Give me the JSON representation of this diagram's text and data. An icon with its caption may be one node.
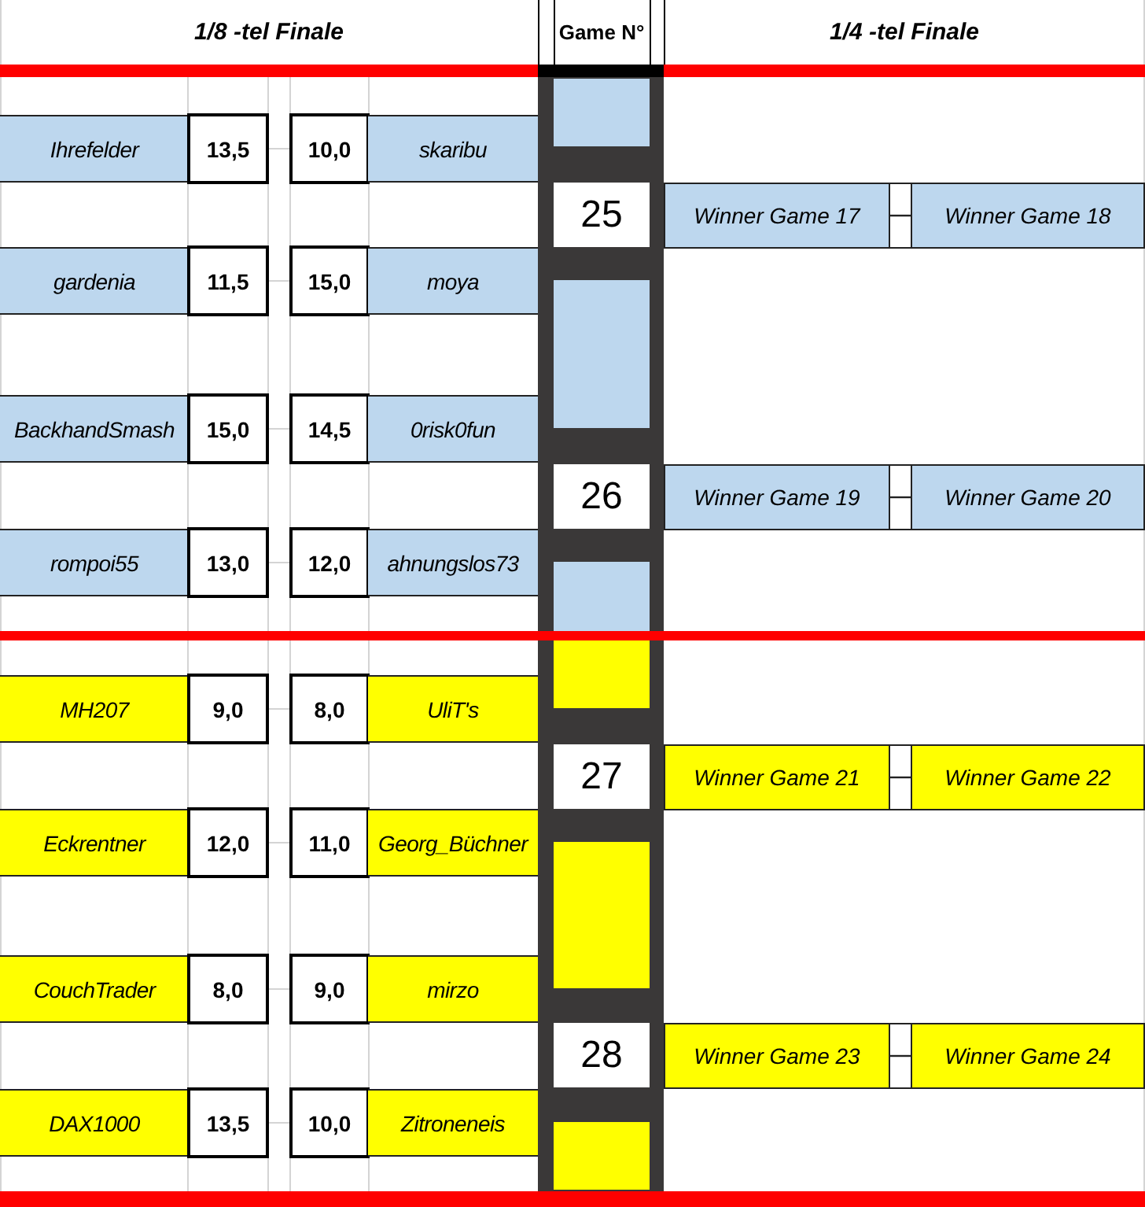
{
  "diagram": {
    "nodes": [
      {
        "text": [],
        "shape": "box"
      },
      {
        "text": [
          "Ihrefelder"
        ]
      },
      {
        "text": [
          "13,5"
        ]
      },
      {
        "text": [
          "10,0"
        ]
      },
      {
        "text": [
          "skaribu"
        ]
      },
      {
        "text": [
          "25"
        ]
      },
      {
        "text": [
          "Winner Game 17"
        ]
      },
      {
        "text": [
          "Winner Game 18"
        ]
      },
      {
        "text": [
          "gardenia"
        ]
      },
      {
        "text": [
          "11,5"
        ]
      },
      {
        "text": [
          "15,0"
        ]
      },
      {
        "text": [
          "moya"
        ]
      },
      {
        "text": [],
        "shape": "box"
      },
      {
        "text": [
          "BackhandSmash"
        ]
      },
      {
        "text": [
          "15,0"
        ]
      },
      {
        "text": [
          "14,5"
        ]
      },
      {
        "text": [
          "0risk0fun"
        ]
      },
      {
        "text": [
          "26"
        ]
      },
      {
        "text": [
          "Winner Game 19"
        ]
      },
      {
        "text": [
          "Winner Game 20"
        ]
      },
      {
        "text": [
          "rompoi55"
        ]
      },
      {
        "text": [
          "13,0"
        ]
      },
      {
        "text": [
          "12,0"
        ]
      },
      {
        "text": [
          "ahnungslos73"
        ]
      },
      {
        "text": [],
        "shape": "box"
      },
      {
        "text": [],
        "shape": "box"
      },
      {
        "text": [
          "MH207"
        ]
      },
      {
        "text": [
          "9,0"
        ]
      },
      {
        "text": [
          "8,0"
        ]
      },
      {
        "text": [
          "UliT's"
        ]
      },
      {
        "text": [
          "27"
        ]
      },
      {
        "text": [
          "Winner Game 21"
        ]
      },
      {
        "text": [
          "Winner Game 22"
        ]
      },
      {
        "text": [
          "Eckrentner"
        ]
      },
      {
        "text": [
          "12,0"
        ]
      },
      {
        "text": [
          "11,0"
        ]
      },
      {
        "text": [
          "Georg_Büchner"
        ]
      },
      {
        "text": [],
        "shape": "box"
      },
      {
        "text": [
          "CouchTrader"
        ]
      },
      {
        "text": [
          "8,0"
        ]
      },
      {
        "text": [
          "9,0"
        ]
      },
      {
        "text": [
          "mirzo"
        ]
      },
      {
        "text": [
          "28"
        ]
      },
      {
        "text": [
          "Winner Game 23"
        ]
      },
      {
        "text": [
          "Winner Game 24"
        ]
      },
      {
        "text": [
          "DAX1000"
        ]
      },
      {
        "text": [
          "13,5"
        ]
      },
      {
        "text": [
          "10,0"
        ]
      },
      {
        "text": [
          "Zitroneneis"
        ]
      },
      {
        "text": [],
        "shape": "box"
      }
    ],
    "edges": [
      {
        "from": 6,
        "to": 7,
        "arrow": "none"
      },
      {
        "from": 18,
        "to": 19,
        "arrow": "none"
      },
      {
        "from": 31,
        "to": 32,
        "arrow": "none"
      },
      {
        "from": 43,
        "to": 44,
        "arrow": "none"
      }
    ],
    "labels": [
      "1/8 -tel Finale",
      "Game N°",
      "1/4 -tel Finale"
    ]
  }
}
